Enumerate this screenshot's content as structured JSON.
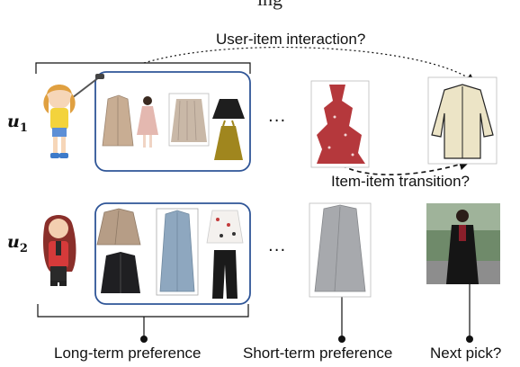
{
  "header_fragment": "ing",
  "users": [
    {
      "symbol": "u",
      "index": "1"
    },
    {
      "symbol": "u",
      "index": "2"
    }
  ],
  "labels": {
    "user_item": "User-item interaction?",
    "item_item": "Item-item transition?",
    "long_term": "Long-term preference",
    "short_term": "Short-term preference",
    "next_pick": "Next pick?",
    "ellipsis": "···"
  },
  "colors": {
    "box_stroke": "#2f5597",
    "arrow": "#111111",
    "dress_red": "#b5383c",
    "coat_beige": "#c8ad93",
    "blouse_cream": "#ece4c6"
  },
  "icons": {
    "user1": "girl-with-golf-club-icon",
    "user2": "woman-in-red-icon"
  }
}
